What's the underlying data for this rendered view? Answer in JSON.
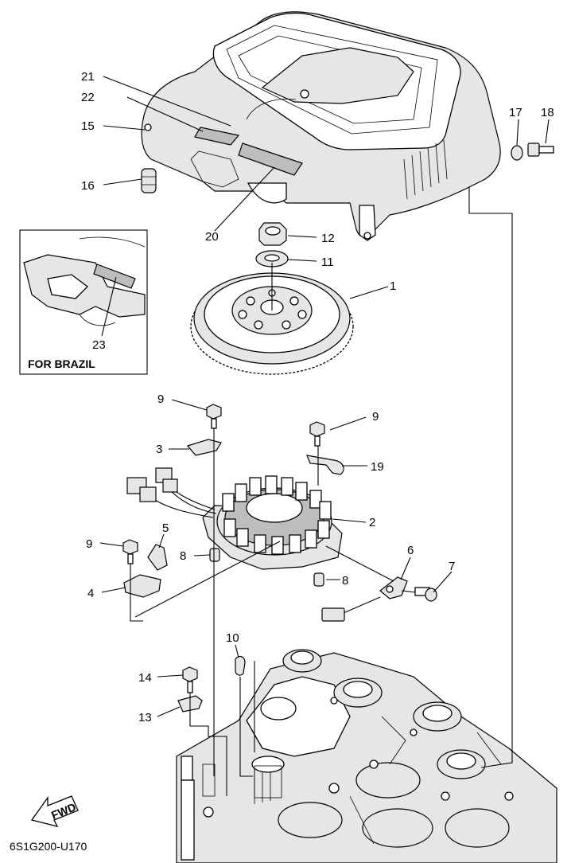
{
  "callouts": [
    "1",
    "2",
    "3",
    "4",
    "5",
    "6",
    "7",
    "8",
    "9",
    "10",
    "11",
    "12",
    "13",
    "14",
    "15",
    "16",
    "17",
    "18",
    "19",
    "20",
    "21",
    "22",
    "23"
  ],
  "inset_caption": "FOR BRAZIL",
  "fwd_label": "FWD",
  "diagram_code": "6S1G200-U170"
}
